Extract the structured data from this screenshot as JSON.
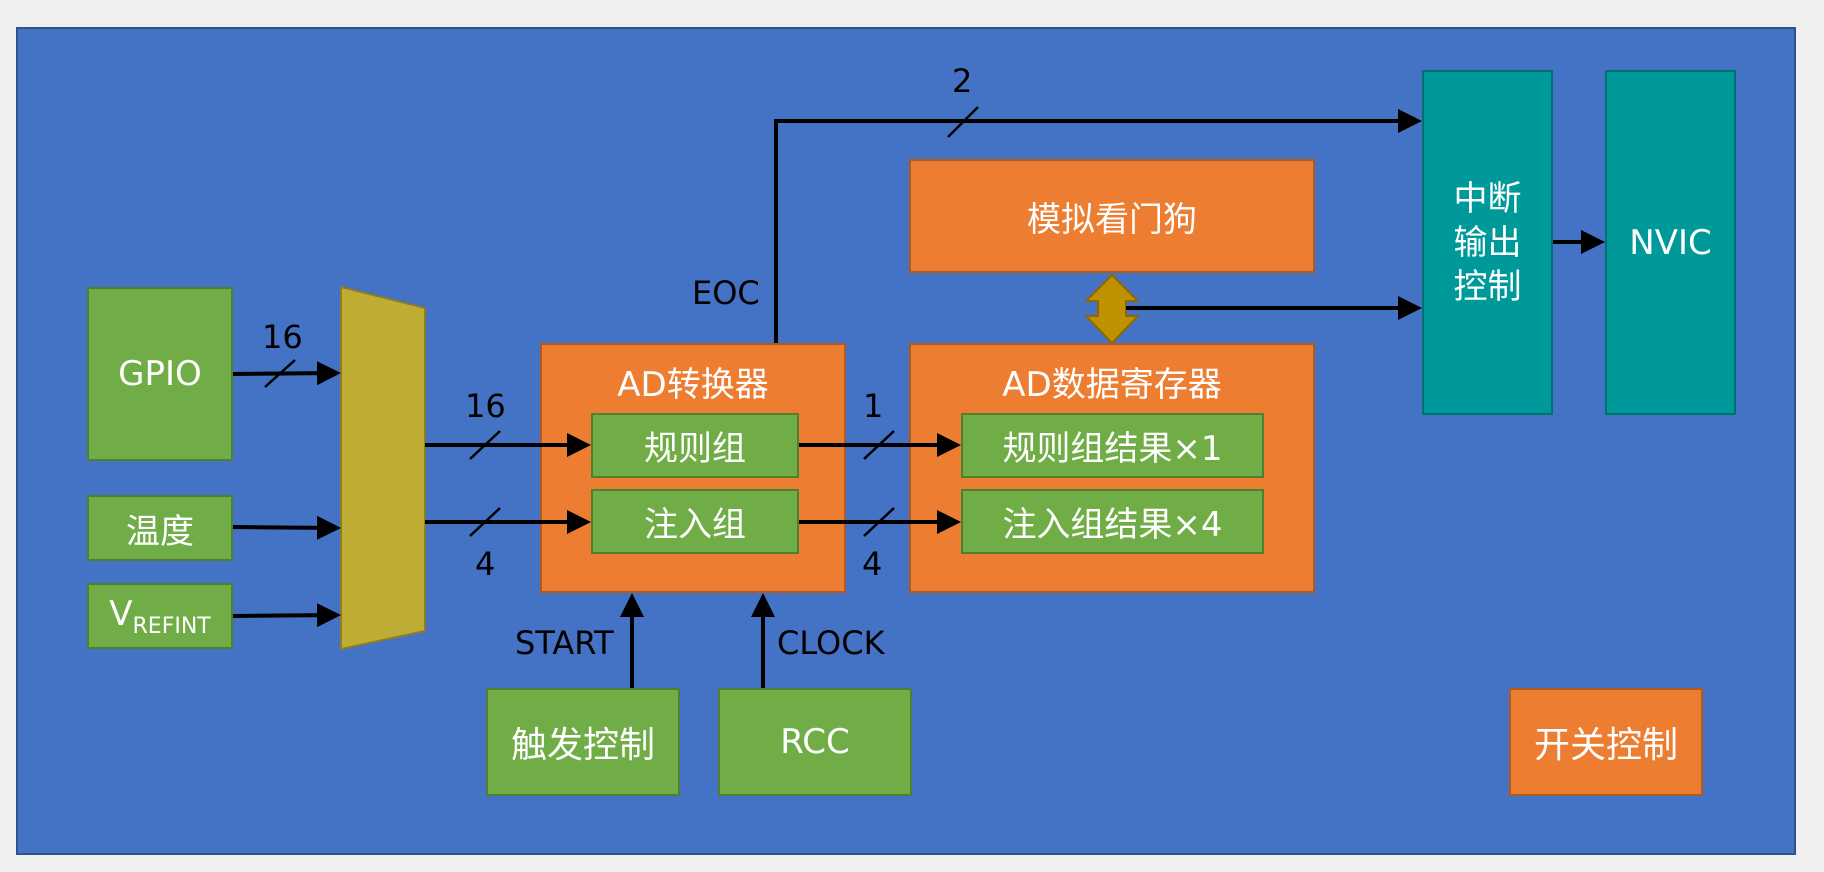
{
  "colors": {
    "background": "#4472c4",
    "green": "#70ad47",
    "orange": "#ed7d31",
    "teal": "#009999",
    "mux": "#bfac34",
    "watchdog_arrow": "#bf9000",
    "wire": "#000000"
  },
  "inputs": {
    "gpio": "GPIO",
    "temperature": "温度",
    "vrefint_main": "V",
    "vrefint_sub": "REFINT"
  },
  "ad_converter": {
    "title": "AD转换器",
    "regular_group": "规则组",
    "injected_group": "注入组"
  },
  "ad_data_register": {
    "title": "AD数据寄存器",
    "regular_result": "规则组结果×1",
    "injected_result": "注入组结果×4"
  },
  "analog_watchdog": "模拟看门狗",
  "interrupt_output_control": [
    "中断",
    "输出",
    "控制"
  ],
  "nvic": "NVIC",
  "trigger_control": "触发控制",
  "rcc": "RCC",
  "switch_control": "开关控制",
  "signal_labels": {
    "gpio_width": "16",
    "mux_regular_width": "16",
    "mux_injected_width": "4",
    "regular_result_width": "1",
    "injected_result_width": "4",
    "eoc": "EOC",
    "eoc_width": "2",
    "start": "START",
    "clock": "CLOCK"
  }
}
